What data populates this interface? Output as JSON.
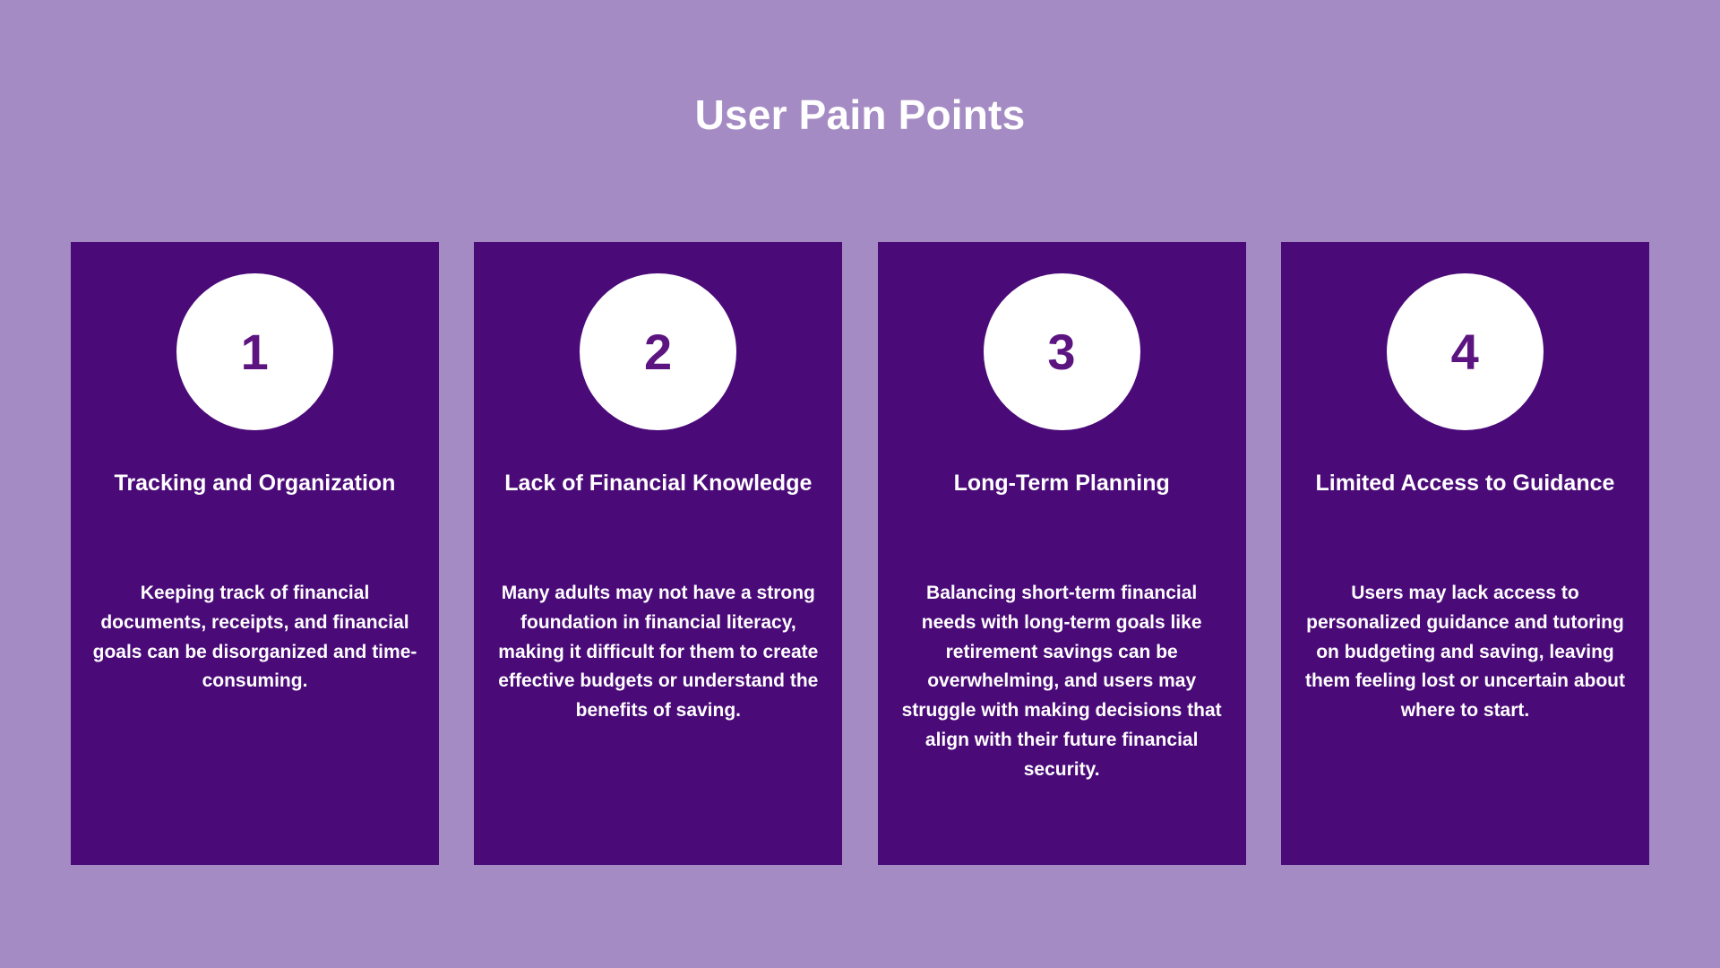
{
  "slide": {
    "title": "User Pain Points",
    "background_color": "#a58bc4",
    "card_color": "#4a0a78",
    "badge_color": "#ffffff",
    "badge_number_color": "#5b1480",
    "text_color": "#ffffff"
  },
  "cards": [
    {
      "number": "1",
      "heading": "Tracking and Organization",
      "body": "Keeping track of financial documents, receipts, and financial goals can be disorganized and time-consuming."
    },
    {
      "number": "2",
      "heading": "Lack of Financial Knowledge",
      "body": "Many adults may not have a strong foundation in financial literacy, making it difficult for them to create effective budgets or understand the benefits of saving."
    },
    {
      "number": "3",
      "heading": "Long-Term Planning",
      "body": "Balancing short-term financial needs with long-term goals like retirement savings can be overwhelming, and users may struggle with making decisions that align with their future financial security."
    },
    {
      "number": "4",
      "heading": "Limited Access to Guidance",
      "body": "Users may lack access to personalized guidance and tutoring on budgeting and saving, leaving them feeling lost or uncertain about where to start."
    }
  ]
}
